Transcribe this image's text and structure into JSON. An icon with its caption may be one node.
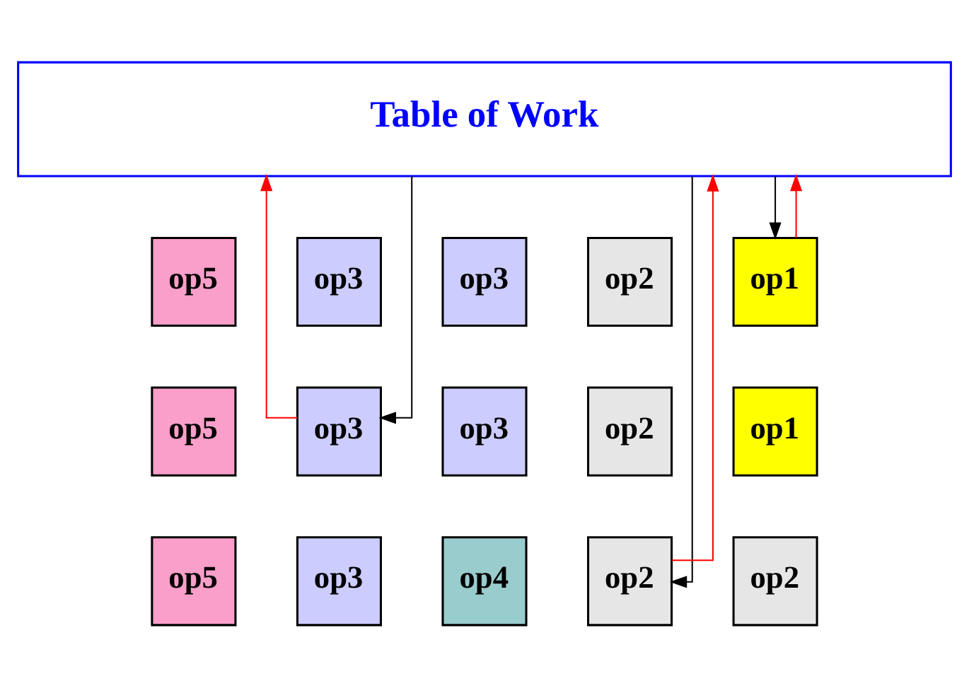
{
  "diagram": {
    "nodes": [
      {
        "text": [
          "Table of Work"
        ]
      },
      {
        "text": [
          "op5"
        ]
      },
      {
        "text": [
          "op3"
        ]
      },
      {
        "text": [
          "op3"
        ]
      },
      {
        "text": [
          "op2"
        ]
      },
      {
        "text": [
          "op1"
        ]
      },
      {
        "text": [
          "op5"
        ]
      },
      {
        "text": [
          "op3"
        ]
      },
      {
        "text": [
          "op3"
        ]
      },
      {
        "text": [
          "op2"
        ]
      },
      {
        "text": [
          "op1"
        ]
      },
      {
        "text": [
          "op5"
        ]
      },
      {
        "text": [
          "op3"
        ]
      },
      {
        "text": [
          "op4"
        ]
      },
      {
        "text": [
          "op2"
        ]
      },
      {
        "text": [
          "op2"
        ]
      }
    ],
    "edges": [
      {
        "from": 7,
        "to": 0,
        "arrow": "to",
        "color": "#ff0000"
      },
      {
        "from": 0,
        "to": 7,
        "arrow": "to",
        "color": "#000000"
      },
      {
        "from": 14,
        "to": 0,
        "arrow": "to",
        "color": "#ff0000"
      },
      {
        "from": 0,
        "to": 14,
        "arrow": "to",
        "color": "#000000"
      },
      {
        "from": 5,
        "to": 0,
        "arrow": "to",
        "color": "#ff0000"
      },
      {
        "from": 0,
        "to": 5,
        "arrow": "to",
        "color": "#000000"
      }
    ]
  }
}
